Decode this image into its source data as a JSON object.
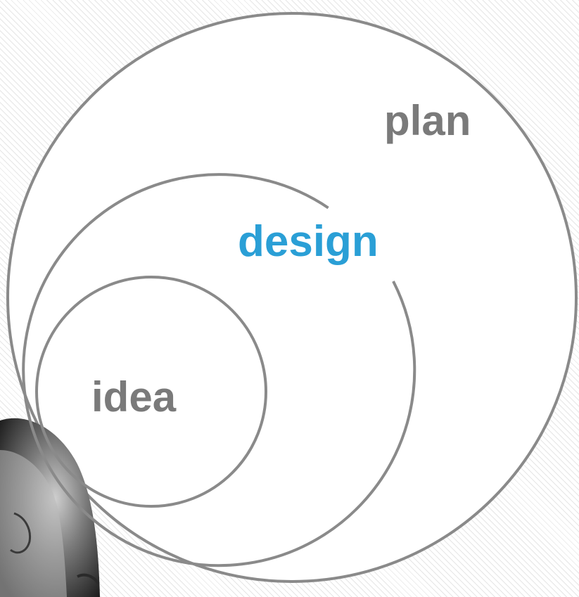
{
  "labels": {
    "plan": "plan",
    "design": "design",
    "idea": "idea"
  },
  "colors": {
    "circle_stroke": "#8a8a8a",
    "plan_text": "#7a7a7a",
    "design_text": "#2a9fd6",
    "idea_text": "#7a7a7a",
    "hatch": "#e6e6e6"
  }
}
